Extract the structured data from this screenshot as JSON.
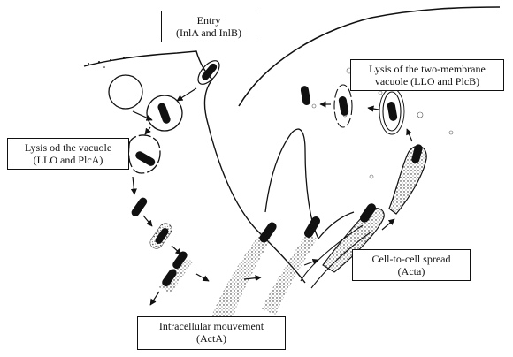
{
  "labels": {
    "entry": {
      "line1": "Entry",
      "line2": "(InlA and InlB)"
    },
    "lysis_vacuole": {
      "line1": "Lysis od the vacuole",
      "line2": "(LLO and PlcA)"
    },
    "lysis_two_membrane": {
      "line1": "Lysis of the two-membrane",
      "line2": "vacuole (LLO and PlcB)"
    },
    "cell_to_cell": {
      "line1": "Cell-to-cell spread",
      "line2": "(Acta)"
    },
    "intracellular": {
      "line1": "Intracellular mouvement",
      "line2": "(ActA)"
    }
  },
  "colors": {
    "ink": "#111111",
    "background": "#ffffff"
  }
}
